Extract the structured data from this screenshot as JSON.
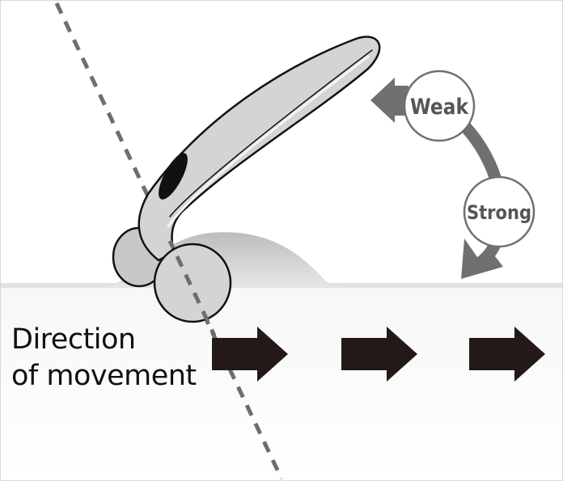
{
  "direction": {
    "line1": "Direction",
    "line2": "of movement"
  },
  "pressure": {
    "weak": "Weak",
    "strong": "Strong"
  },
  "colors": {
    "skin_band_top": "#ffffff",
    "skin_band_bottom": "#dedede",
    "bump": "#c9c9c9",
    "roller_body": "#d4d4d4",
    "roller_outline": "#111111",
    "handle_slot": "#111111",
    "dashed_line": "#6e6e6e",
    "movement_arrows": "#231a18",
    "curved_arrow": "#707070",
    "circle_fill": "#ffffff",
    "circle_stroke": "#707070",
    "circle_text": "#555555"
  },
  "icons": {
    "roller": "face-roller-icon",
    "movement_arrow": "right-arrow-icon",
    "pressure_arrow": "curved-double-arrow-icon"
  }
}
